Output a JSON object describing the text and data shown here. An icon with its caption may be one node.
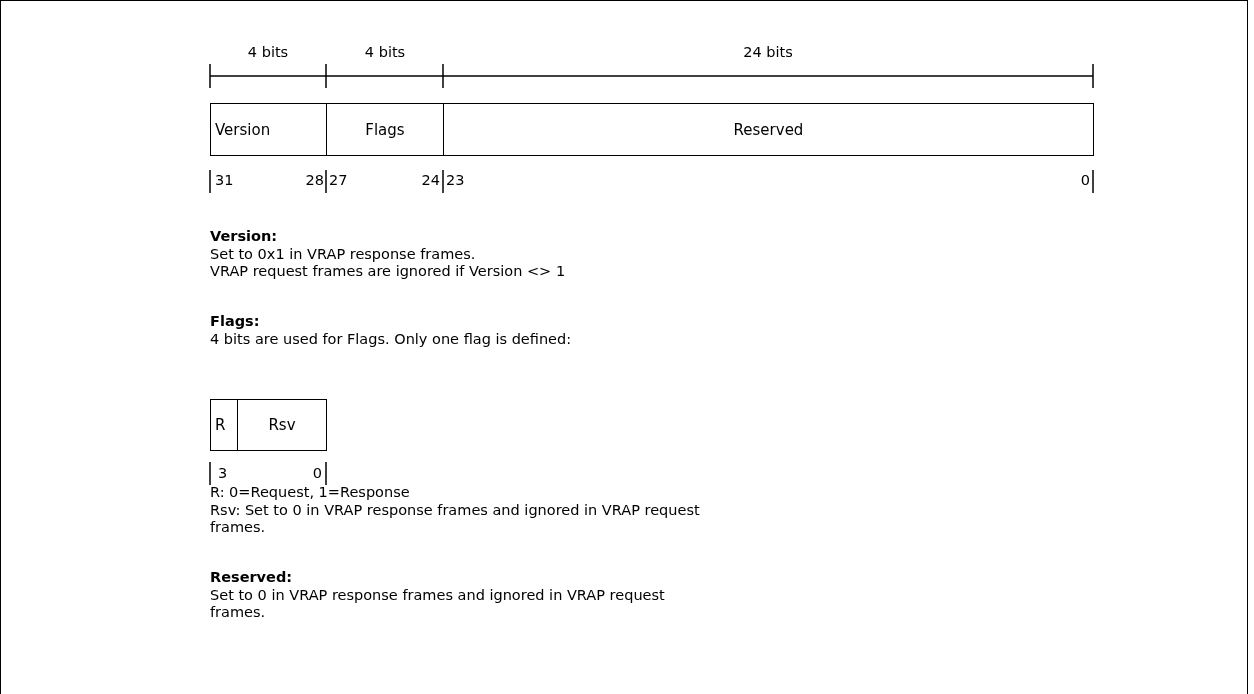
{
  "diagram": {
    "nodes": [
      {
        "text": [
          "Version"
        ]
      },
      {
        "text": [
          "Flags"
        ]
      },
      {
        "text": [
          "Reserved"
        ]
      },
      {
        "text": [
          "R"
        ]
      },
      {
        "text": [
          "Rsv"
        ]
      }
    ],
    "labels": [
      "4 bits",
      "4 bits",
      "24 bits",
      "31",
      "28",
      "27",
      "24",
      "23",
      "0",
      "Version:",
      "Set to 0x1 in VRAP response frames.",
      "VRAP request frames are ignored if Version <> 1",
      "Flags:",
      "4 bits are used for Flags. Only one flag is defined:",
      "3",
      "0",
      "R: 0=Request, 1=Response",
      "Rsv: Set to 0 in VRAP response frames and ignored in VRAP request frames.",
      "Reserved:",
      "Set to 0 in VRAP response frames and ignored in VRAP request frames."
    ]
  }
}
